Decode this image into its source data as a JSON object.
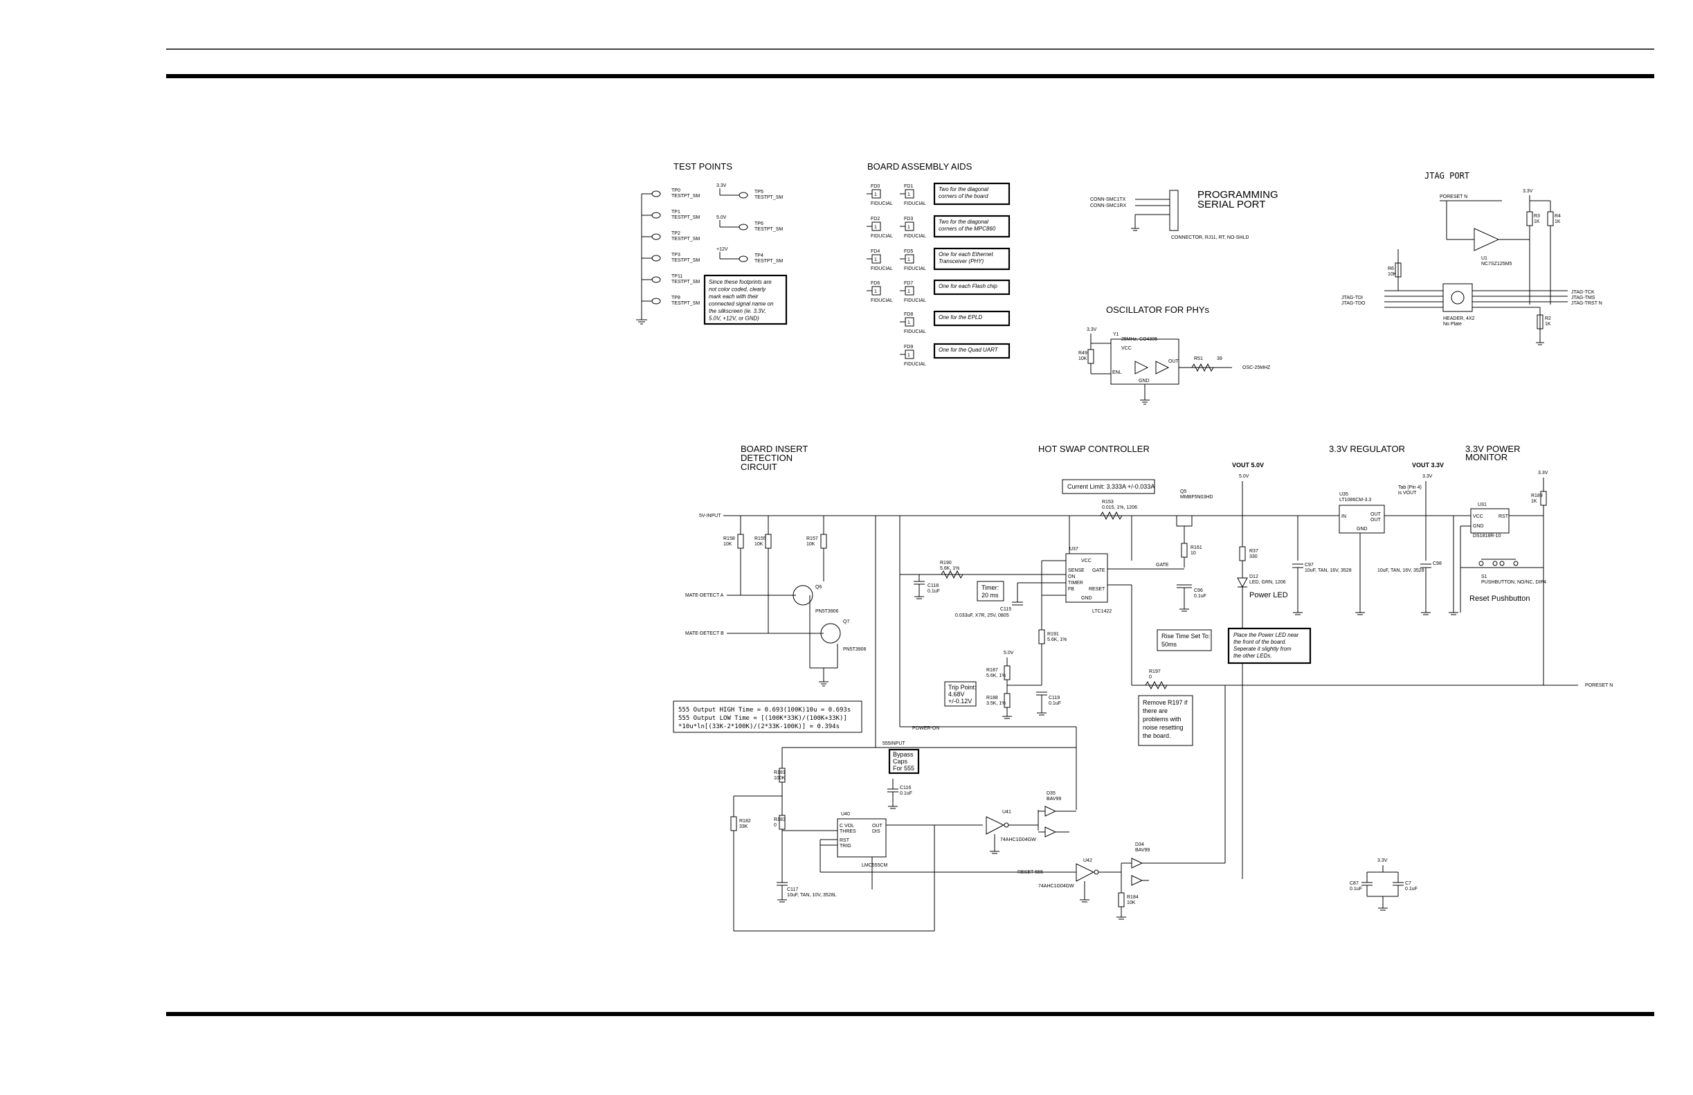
{
  "sections": {
    "test_points": "TEST POINTS",
    "board_assembly_aids": "BOARD ASSEMBLY AIDS",
    "programming_serial_port_1": "PROGRAMMING",
    "programming_serial_port_2": "SERIAL PORT",
    "jtag_port": "JTAG PORT",
    "oscillator": "OSCILLATOR FOR PHYs",
    "board_insert_1": "BOARD INSERT",
    "board_insert_2": "DETECTION",
    "board_insert_3": "CIRCUIT",
    "hot_swap": "HOT SWAP CONTROLLER",
    "regulator": "3.3V REGULATOR",
    "power_monitor_1": "3.3V POWER",
    "power_monitor_2": "MONITOR"
  },
  "test_points": {
    "left": [
      {
        "ref": "TP0",
        "type": "TESTPT_SM"
      },
      {
        "ref": "TP1",
        "type": "TESTPT_SM"
      },
      {
        "ref": "TP2",
        "type": "TESTPT_SM"
      },
      {
        "ref": "TP3",
        "type": "TESTPT_SM"
      },
      {
        "ref": "TP11",
        "type": "TESTPT_SM"
      },
      {
        "ref": "TP8",
        "type": "TESTPT_SM"
      }
    ],
    "right": [
      {
        "net": "3.3V",
        "ref": "TP5",
        "type": "TESTPT_SM"
      },
      {
        "net": "5.0V",
        "ref": "TP6",
        "type": "TESTPT_SM"
      },
      {
        "net": "+12V",
        "ref": "TP4",
        "type": "TESTPT_SM"
      }
    ],
    "note": [
      "Since these footprints are",
      "not color coded, clearly",
      "mark each with their",
      "connected signal name on",
      "the silkscreen (ie. 3.3V,",
      "5.0V, +12V, or GND)"
    ]
  },
  "fiducials": {
    "rows": [
      {
        "refs": [
          "FD0",
          "FD1"
        ],
        "note": [
          "Two for the diagonal",
          "corners of the board"
        ]
      },
      {
        "refs": [
          "FD2",
          "FD3"
        ],
        "note": [
          "Two for the diagonal",
          "corners of the MPC860"
        ]
      },
      {
        "refs": [
          "FD4",
          "FD5"
        ],
        "note": [
          "One for each Ethernet",
          "Transceiver (PHY)"
        ]
      },
      {
        "refs": [
          "FD6",
          "FD7"
        ],
        "note": [
          "One for each Flash chip"
        ]
      },
      {
        "refs": [
          "FD8"
        ],
        "note": [
          "One for the EPLD"
        ]
      },
      {
        "refs": [
          "FD9"
        ],
        "note": [
          "One for the Quad UART"
        ]
      }
    ],
    "label": "FIDUCIAL"
  },
  "serial_port": {
    "nets": [
      "CONN-SMC1TX",
      "CONN-SMC1RX"
    ],
    "connector": "CONNECTOR, RJ11, RT, NO-SHLD"
  },
  "jtag": {
    "preset": "PORESET N",
    "u1": "U1",
    "u1_part": "NC7SZ125M5",
    "r3": "R3",
    "r3_val": "1K",
    "r4": "R4",
    "r4_val": "1K",
    "r6": "R6",
    "r6_val": "10K",
    "r2": "R2",
    "r2_val": "1K",
    "header": "HEADER, 4X2",
    "header_sub": "No Plate",
    "left_nets": [
      "JTAG-TDI",
      "JTAG-TDO"
    ],
    "right_nets": [
      "JTAG-TCK",
      "JTAG-TMS",
      "JTAG-TRST N"
    ],
    "supply": "3.3V"
  },
  "oscillator": {
    "supply": "3.3V",
    "y1": "Y1",
    "y1_part": "25MHz, CO4305",
    "r49": "R49",
    "r49_val": "10K",
    "r51": "R51",
    "r51_val": "39",
    "en_pin": "ENL",
    "gnd_pin": "GND",
    "out_pin": "OUT",
    "vcc_pin": "VCC",
    "out_net": "OSC-25MHZ"
  },
  "insert_detect": {
    "input_net": "5V-INPUT",
    "mate_a": "MATE-DETECT A",
    "mate_b": "MATE-DETECT B",
    "r158": "R158",
    "r158_val": "10K",
    "r155": "R155",
    "r155_val": "10K",
    "r157": "R157",
    "r157_val": "10K",
    "q6": "Q6",
    "q6_part": "PN5T3906",
    "q7": "Q7",
    "q7_part": "PN5T3906",
    "formula": [
      "555 Output HIGH Time = 0.693(100K)10u = 0.693s",
      "555 Output LOW  Time = [(100K*33K)/(100K+33K)]",
      "    *10u*ln[(33K-2*100K)/(2*33K-100K)] = 0.394s"
    ]
  },
  "hot_swap": {
    "current_limit": "Current Limit: 3.333A +/-0.033A",
    "q5": "Q5",
    "q5_part": "MMBF5N03HD",
    "r153": "R153",
    "r153_val": "0.015, 1%, 1206",
    "r161": "R161",
    "r161_val": "10",
    "c96": "C96",
    "c96_val": "0.1uF",
    "u37": "U37",
    "u37_part": "LTC1422",
    "pins_left": [
      "SENSE",
      "ON",
      "TIMER",
      "FB"
    ],
    "pin_gate": "GATE",
    "pin_reset": "RESET",
    "pin_vcc": "VCC",
    "pin_gnd": "GND",
    "gate_net": "GATE",
    "r190": "R190",
    "r190_val": "5.6K, 1%",
    "c118": "C118",
    "c118_val": "0.1uF",
    "timer": [
      "Timer:",
      "20 ms"
    ],
    "c115": "C115",
    "c115_val": "0.033uF, X7R, 25V, 0805",
    "r191": "R191",
    "r191_val": "5.6K, 1%",
    "r187": "R187",
    "r187_val": "5.6K, 1%",
    "r188": "R188",
    "r188_val": "3.5K, 1%",
    "c119": "C119",
    "c119_val": "0.1uF",
    "trip": [
      "Trip Point:",
      "4.68V",
      "+/-0.12V"
    ],
    "rise": [
      "Rise Time Set To:",
      "50ms"
    ],
    "r197": "R197",
    "r197_val": "0",
    "remove": [
      "Remove R197 if",
      "there are",
      "problems with",
      "noise resetting",
      "the board."
    ],
    "supply": "5.0V",
    "vout5": "VOUT 5.0V",
    "r37": "R37",
    "r37_val": "330",
    "d12": "D12",
    "d12_val": "LED, GRN, 1206",
    "power_led": "Power LED",
    "led_note": [
      "Place the Power LED near",
      "the front of the board.",
      "Seperate it slightly from",
      "the other LEDs."
    ],
    "power_on": "POWER-ON"
  },
  "regulator": {
    "u35": "U35",
    "u35_part": "LT1086CM-3.3",
    "pin_in": "IN",
    "pin_out": "OUT",
    "pin_adj": "GND",
    "c97": "C97",
    "c97_val": "10uF, TAN, 16V, 3528",
    "c98": "C98",
    "c98_val": "10uF, TAN, 16V, 3528",
    "tab": [
      "Tab (Pin 4)",
      "is VOUT"
    ],
    "vout33": "VOUT 3.3V",
    "supply": "3.3V"
  },
  "monitor": {
    "u31": "U31",
    "u31_part": "DS1818R-10",
    "pin_vcc": "VCC",
    "pin_gnd": "GND",
    "pin_rst": "RST",
    "r189": "R189",
    "r189_val": "1K",
    "s1": "S1",
    "s1_part": "PUSHBUTTON, NO/NC, DIP4",
    "reset_label": "Reset Pushbutton",
    "preset_net": "PORESET N",
    "supply": "3.3V"
  },
  "timer555": {
    "net": "555INPUT",
    "bypass": [
      "Bypass",
      "Caps",
      "For 555"
    ],
    "c116": "C116",
    "c116_val": "0.1uF",
    "r181": "R181",
    "r181_val": "100K",
    "r182": "R182",
    "r182_val": "33K",
    "r183": "R183",
    "r183_val": "0",
    "u40": "U40",
    "u40_part": "LMC555CM",
    "pins_left": [
      "C VOL",
      "THRES",
      "RST",
      "TRIG"
    ],
    "pins_right": [
      "OUT",
      "DIS"
    ],
    "c117": "C117",
    "c117_val": "10uF, TAN, 10V, 3528L",
    "u41": "U41",
    "u41_part": "74AHC1G04GW",
    "u42": "U42",
    "u42_part": "74AHC1G04GW",
    "d35": "D35",
    "d35_val": "BAV99",
    "d34": "D34",
    "d34_val": "BAV99",
    "reset_net": "RESET-555",
    "r184": "R184",
    "r184_val": "10K"
  },
  "decoupling": {
    "supply": "3.3V",
    "c87": "C87",
    "c87_val": "0.1uF",
    "c7": "C7",
    "c7_val": "0.1uF"
  }
}
